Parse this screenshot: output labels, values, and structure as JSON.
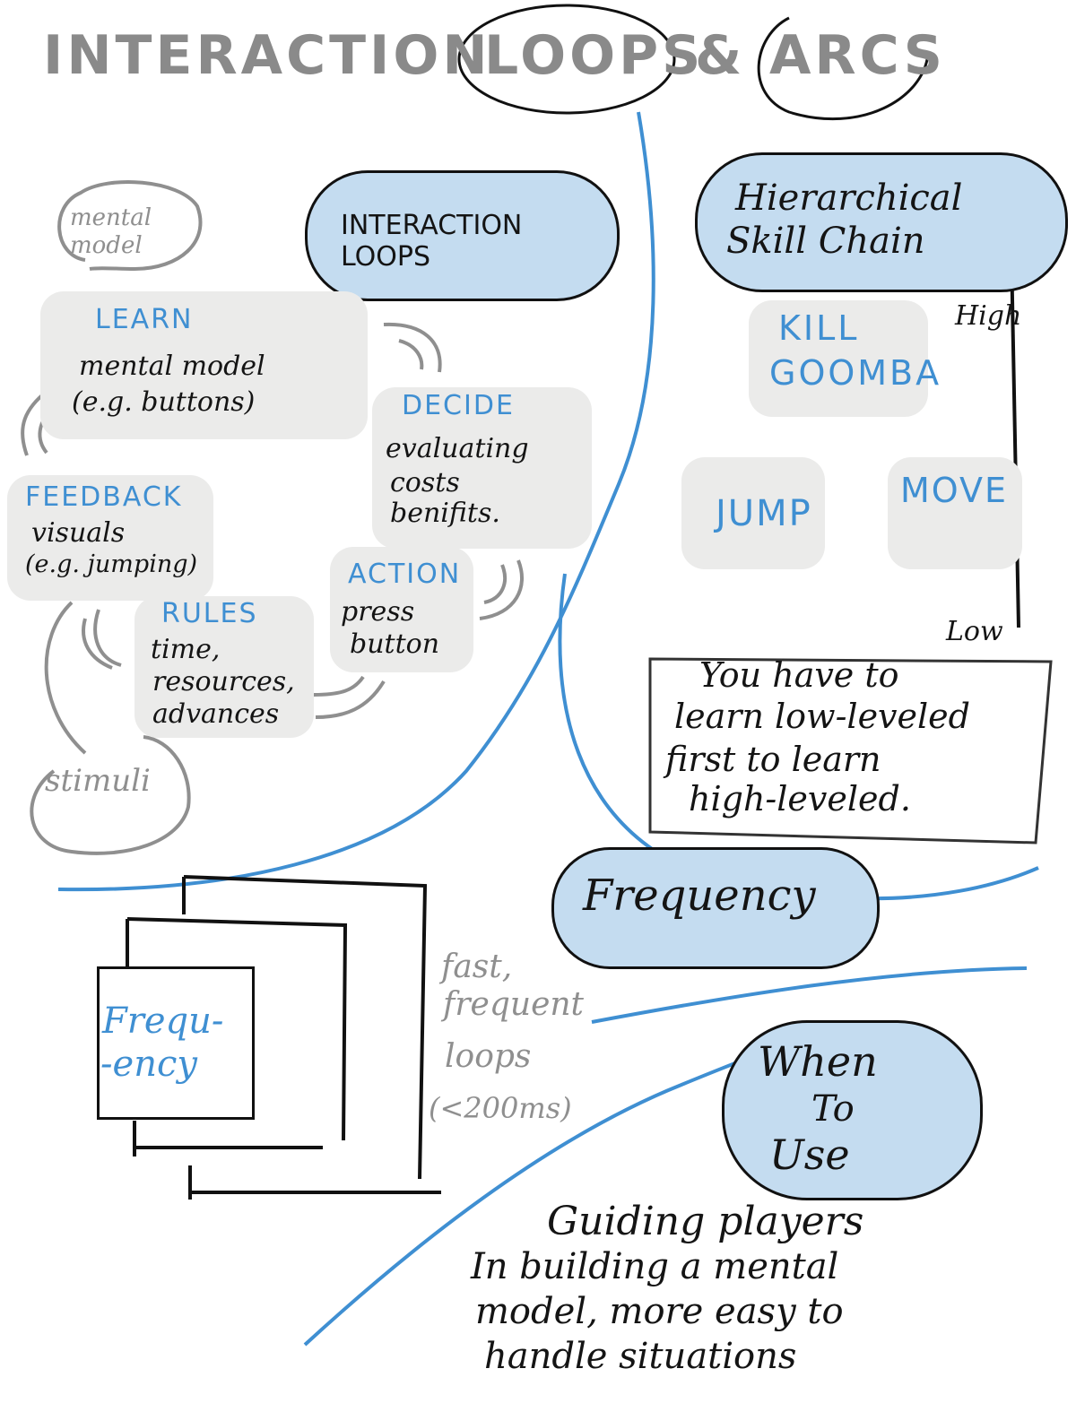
{
  "title": {
    "part1": "INTERACTION",
    "part2": "LOOPS",
    "amp": "&",
    "part3": "ARCS"
  },
  "loops": {
    "cloud_label": "INTERACTION LOOPS",
    "mental_bubble": "mental model",
    "learn": {
      "heading": "LEARN",
      "body_line1": "mental model",
      "body_line2": "(e.g. buttons)"
    },
    "decide": {
      "heading": "DECIDE",
      "body_line1": "evaluating",
      "body_line2": "costs",
      "body_line3": "benifits."
    },
    "feedback": {
      "heading": "FEEDBACK",
      "body_line1": "visuals",
      "body_line2": "(e.g. jumping)"
    },
    "action": {
      "heading": "ACTION",
      "body_line1": "press",
      "body_line2": "button"
    },
    "rules": {
      "heading": "RULES",
      "body_line1": "time,",
      "body_line2": "resources,",
      "body_line3": "advances"
    },
    "stimuli": "stimuli"
  },
  "skill_chain": {
    "cloud_line1": "Hierarchical",
    "cloud_line2": "Skill Chain",
    "kill_line1": "KILL",
    "kill_line2": "GOOMBA",
    "jump": "JUMP",
    "move": "MOVE",
    "high": "High",
    "low": "Low",
    "note_line1": "You have to",
    "note_line2": "learn low-leveled",
    "note_line3": "first to learn",
    "note_line4": "high-leveled."
  },
  "frequency": {
    "cloud_label": "Frequency",
    "box_line1": "Frequ-",
    "box_line2": "-ency",
    "side_line1": "fast,",
    "side_line2": "frequent",
    "side_line3": "loops",
    "side_line4": "(<200ms)"
  },
  "when_to_use": {
    "cloud_line1": "When",
    "cloud_line2": "To",
    "cloud_line3": "Use",
    "text_line1": "Guiding players",
    "text_line2": "In building a mental",
    "text_line3": "model, more easy to",
    "text_line4": "handle situations"
  },
  "colors": {
    "accent_blue": "#3f8fd2",
    "cloud_fill": "#c4dcf0",
    "patch_grey": "#ebebea",
    "ink": "#141414",
    "pencil_grey": "#8f8f8f"
  }
}
